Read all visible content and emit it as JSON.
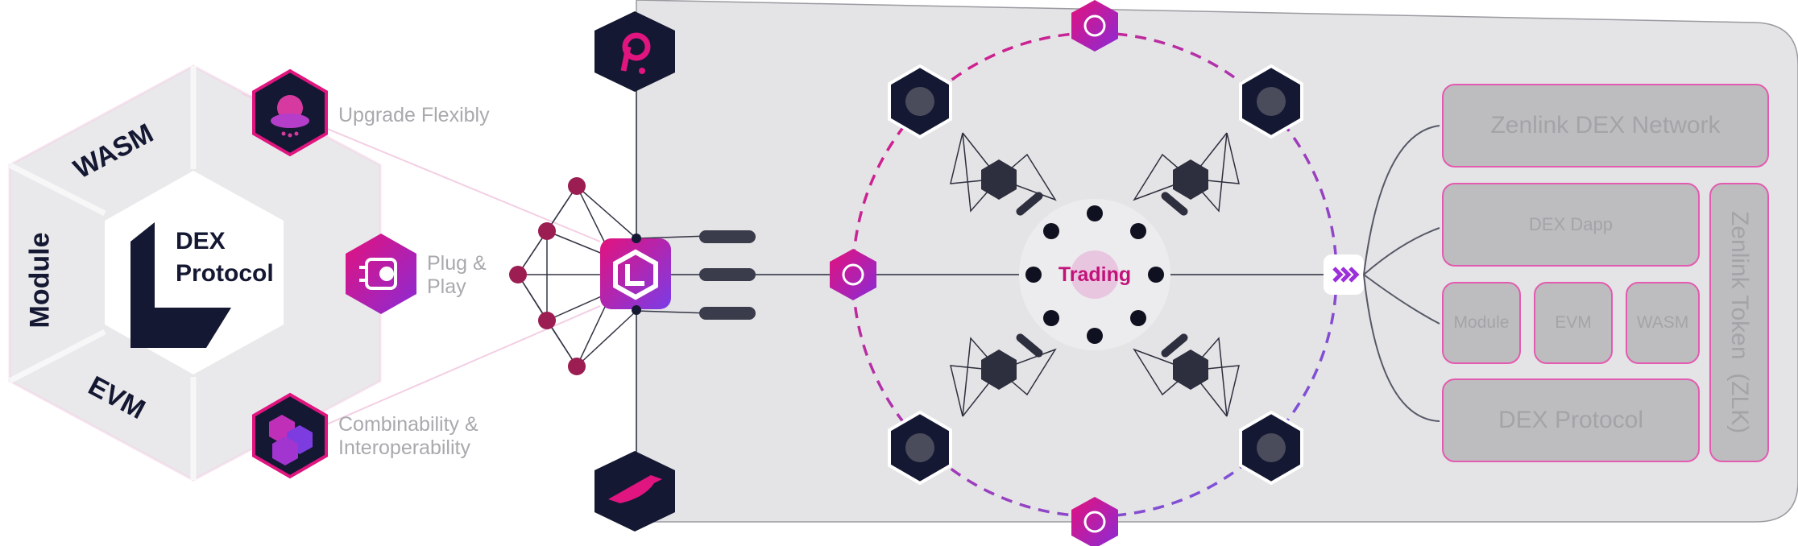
{
  "hexagon": {
    "center_title_line1": "DEX",
    "center_title_line2": "Protocol",
    "segments": [
      "WASM",
      "Module",
      "EVM"
    ]
  },
  "features": [
    {
      "label_line1": "Upgrade Flexibly",
      "label_line2": "",
      "icon": "rocket-cloud-icon"
    },
    {
      "label_line1": "Plug &",
      "label_line2": "Play",
      "icon": "plug-icon"
    },
    {
      "label_line1": "Combinability &",
      "label_line2": "Interoperability",
      "icon": "cubes-icon"
    }
  ],
  "center_label": "Trading",
  "stack": {
    "top": "Zenlink DEX Network",
    "dapp": "DEX Dapp",
    "modules": [
      "Module",
      "EVM",
      "WASM"
    ],
    "bottom": "DEX Protocol",
    "side": "Zenlink Token  (ZLK)"
  },
  "icons": {
    "polkadot": "polkadot-logo-icon",
    "kusama": "kusama-bird-icon",
    "hub": "zenlink-hub-icon",
    "arrow": "chevrons-right-icon"
  },
  "colors": {
    "pink": "#e0157f",
    "purple": "#8a2bd6",
    "navy": "#141832",
    "panel": "#e4e4e6",
    "box_fill": "#bdbdbf"
  }
}
